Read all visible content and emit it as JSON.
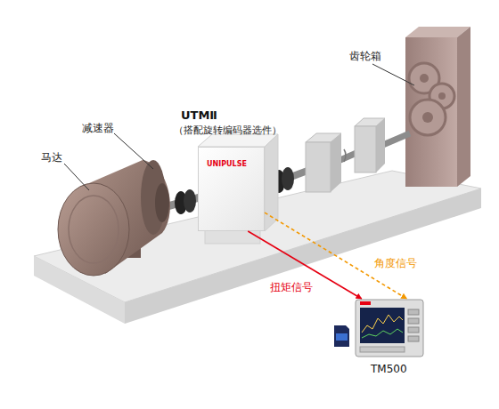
{
  "diagram": {
    "nodes": [
      {
        "text": [
          "UTMⅡ",
          "（搭配旋转编码器选件）"
        ]
      },
      {
        "text": [
          "TM500"
        ]
      }
    ],
    "edges": [
      {
        "from": 0,
        "to": 1,
        "arrow": "to",
        "label": "扭矩信号"
      },
      {
        "from": 0,
        "to": 1,
        "arrow": "to",
        "label": "角度信号"
      }
    ],
    "labels": [
      "齿轮箱",
      "减速器",
      "马达",
      "UNIPULSE"
    ]
  }
}
